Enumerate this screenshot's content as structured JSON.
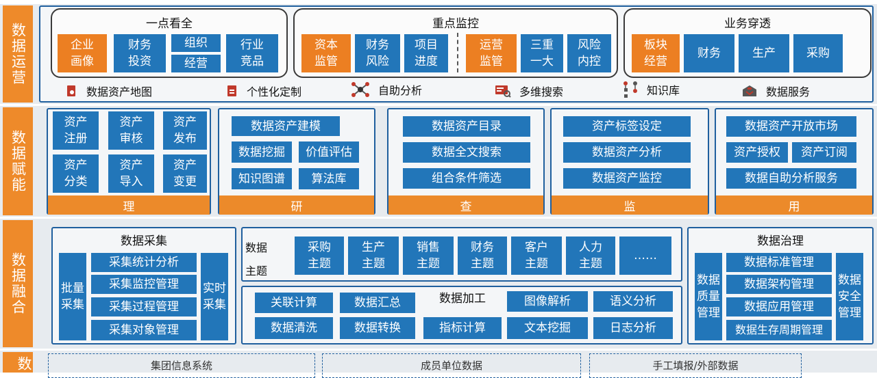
{
  "colors": {
    "primary_blue": "#2276b9",
    "orange": "#ec7f22",
    "band_gray": "#e7ebef",
    "panel_border": "#1f5f9e"
  },
  "layers": {
    "operations": "数据运营",
    "empowerment": "数据赋能",
    "fusion": "数据融合",
    "source_partial": "数"
  },
  "ops": {
    "g1": {
      "title": "一点看全",
      "items": [
        "企业\n画像",
        "财务\n投资",
        "组织",
        "经营",
        "行业\n竞品"
      ]
    },
    "g2": {
      "title": "重点监控",
      "items": [
        "资本\n监管",
        "财务\n风险",
        "项目\n进度",
        "运营\n监管",
        "三重\n一大",
        "风险\n内控"
      ]
    },
    "g3": {
      "title": "业务穿透",
      "items": [
        "板块\n经营",
        "财务",
        "生产",
        "采购"
      ]
    },
    "tools": [
      {
        "icon": "map-doc-icon",
        "label": "数据资产地图"
      },
      {
        "icon": "custom-doc-icon",
        "label": "个性化定制"
      },
      {
        "icon": "network-icon",
        "label": "自助分析"
      },
      {
        "icon": "search-screen-icon",
        "label": "多维搜索"
      },
      {
        "icon": "knowledge-icon",
        "label": "知识库"
      },
      {
        "icon": "service-icon",
        "label": "数据服务"
      }
    ]
  },
  "emp": {
    "li": {
      "tab": "理",
      "items": [
        "资产\n注册",
        "资产\n审核",
        "资产\n发布",
        "资产\n分类",
        "资产\n导入",
        "资产\n变更"
      ]
    },
    "yan": {
      "tab": "研",
      "items": [
        "数据资产建模",
        "数据挖掘",
        "价值评估",
        "知识图谱",
        "算法库"
      ]
    },
    "cha": {
      "tab": "查",
      "items": [
        "数据资产目录",
        "数据全文搜索",
        "组合条件筛选"
      ]
    },
    "jian": {
      "tab": "监",
      "items": [
        "资产标签设定",
        "数据资产分析",
        "数据资产监控"
      ]
    },
    "yong": {
      "tab": "用",
      "items": [
        "数据资产开放市场",
        "资产授权",
        "资产订阅",
        "数据自助分析服务"
      ]
    }
  },
  "fusion": {
    "collect": {
      "title": "数据采集",
      "left": "批量\n采集",
      "right": "实时\n采集",
      "items": [
        "采集统计分析",
        "采集监控管理",
        "采集过程管理",
        "采集对象管理"
      ]
    },
    "topics": {
      "label": "数据\n主题",
      "items": [
        "采购\n主题",
        "生产\n主题",
        "销售\n主题",
        "财务\n主题",
        "客户\n主题",
        "人力\n主题",
        "……"
      ]
    },
    "process": {
      "title": "数据加工",
      "items": [
        "关联计算",
        "数据汇总",
        "图像解析",
        "语义分析",
        "数据清洗",
        "数据转换",
        "指标计算",
        "文本挖掘",
        "日志分析"
      ]
    },
    "gov": {
      "title": "数据治理",
      "left": "数据\n质量\n管理",
      "right": "数据\n安全\n管理",
      "items": [
        "数据标准管理",
        "数据架构管理",
        "数据应用管理",
        "数据生存周期管理"
      ]
    }
  },
  "sources": [
    "集团信息系统",
    "成员单位数据",
    "手工填报/外部数据"
  ]
}
